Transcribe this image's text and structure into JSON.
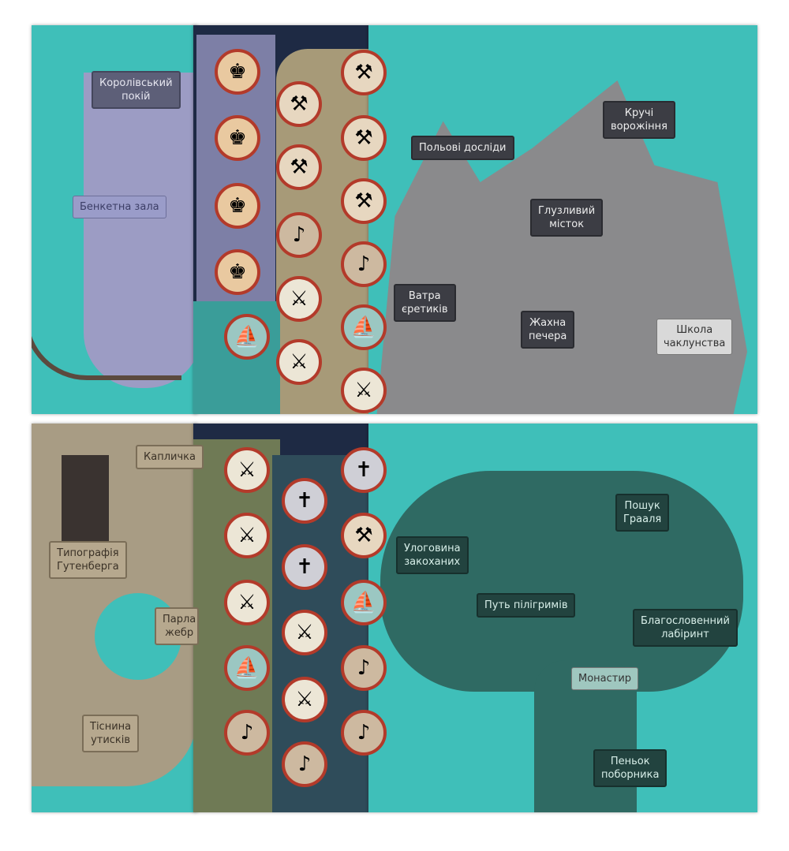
{
  "labels": {
    "royal_chamber": "Королівський\nпокій",
    "banquet_hall": "Бенкетна зала",
    "field_research": "Польові досліди",
    "divination_cliffs": "Кручі\nворожіння",
    "mocking_bridge": "Глузливий\nмісток",
    "heretic_bonfire": "Ватра\nєретиків",
    "dread_cave": "Жахна\nпечера",
    "sorcery_school": "Школа\nчаклунства",
    "chapel": "Капличка",
    "gutenberg_press": "Типографія\nГутенберга",
    "parliament_partial": "Парла\nжебр",
    "oppression_gorge": "Тіснина\nутисків",
    "lovers_hollow": "Улоговина\nзакоханих",
    "grail_quest": "Пошук\nГрааля",
    "pilgrims_path": "Путь пілігримів",
    "blessed_labyrinth": "Благословенний\nлабіринт",
    "monastery": "Монастир",
    "champion_stump": "Пеньок\nпоборника"
  },
  "tokens_top": [
    "king",
    "king",
    "king",
    "king",
    "boat",
    "peasant",
    "peasant",
    "peasant",
    "musician",
    "knight",
    "knight",
    "peasant",
    "peasant",
    "musician",
    "boat",
    "knight"
  ],
  "tokens_bottom": [
    "knight",
    "knight",
    "knight",
    "boat",
    "musician",
    "nun",
    "nun",
    "knight",
    "knight",
    "musician",
    "nun",
    "peasant",
    "boat",
    "musician",
    "musician"
  ],
  "colors": {
    "sea": "#3fbfb9",
    "tower": "#9c9cc4",
    "mountain": "#8a8a8c",
    "town": "#a89c84",
    "forest": "#2f6a63",
    "night": "#1e2a44"
  }
}
